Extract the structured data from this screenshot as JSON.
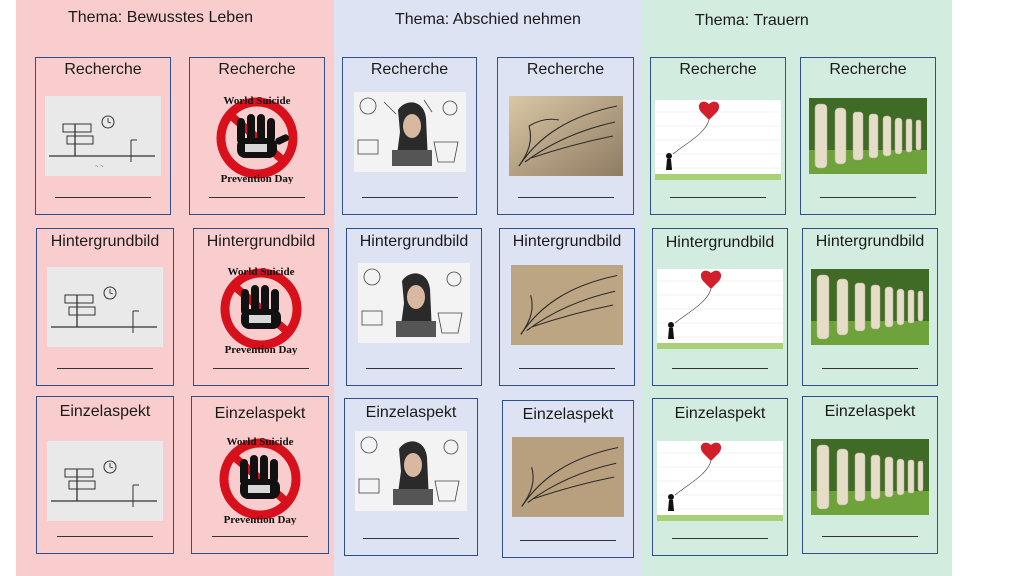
{
  "columns": [
    {
      "title": "Thema: Bewusstes Leben",
      "accent": "#f9cdcd",
      "rows": [
        {
          "left_label": "Recherche",
          "right_label": "Recherche"
        },
        {
          "left_label": "Hintergrundbild",
          "right_label": "Hintergrundbild"
        },
        {
          "left_label": "Einzelaspekt",
          "right_label": "Einzelaspekt"
        }
      ],
      "left_image": "signpost-sketch",
      "right_image": "world-suicide-prevention-day-logo",
      "logo_text": {
        "line1": "World Suicide",
        "line2": "Prevention Day"
      }
    },
    {
      "title": "Thema: Abschied nehmen",
      "accent": "#dde3f2",
      "rows": [
        {
          "left_label": "Recherche",
          "right_label": "Recherche"
        },
        {
          "left_label": "Hintergrundbild",
          "right_label": "Hintergrundbild"
        },
        {
          "left_label": "Einzelaspekt",
          "right_label": "Einzelaspekt"
        }
      ],
      "left_image": "girl-collage",
      "right_image": "wing-sketch"
    },
    {
      "title": "Thema: Trauern",
      "accent": "#d2ecdf",
      "rows": [
        {
          "left_label": "Recherche",
          "right_label": "Recherche"
        },
        {
          "left_label": "Hintergrundbild",
          "right_label": "Hintergrundbild"
        },
        {
          "left_label": "Einzelaspekt",
          "right_label": "Einzelaspekt"
        }
      ],
      "left_image": "girl-with-balloon",
      "right_image": "graveyard-stones"
    }
  ],
  "colors": {
    "card_border": "#2f4f8a",
    "pink": "#f9cdcd",
    "blue": "#dde3f2",
    "green": "#d2ecdf",
    "logo_red": "#d8101b"
  }
}
